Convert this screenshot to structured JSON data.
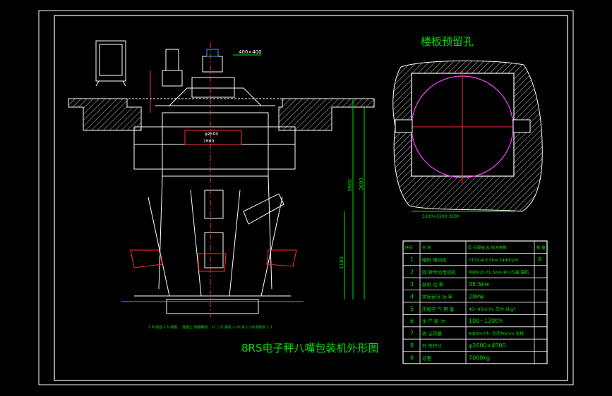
{
  "title_block": {
    "drawing_title": "8RS电子秤八嘴包装机外形图"
  },
  "section_view": {
    "title": "楼板预留孔",
    "bottom_dimension": "3200×3200 3200"
  },
  "elevation_view": {
    "dim_top": "400×400",
    "dim_inner_1": "φ2500",
    "dim_inner_2": "1600",
    "dim_height_total": "3660",
    "dim_height_2": "3690",
    "dim_height_lower": "1180",
    "bottom_note": "1.B 地基 1-5 地脚，  混凝土 地脚螺栓、1t 二次 灌浆 1-ch 用 1:2水泥砂浆 1.1"
  },
  "spec_table": {
    "headers": [
      "序号",
      "名 称",
      "型 号规格 及 技术参数",
      "数 量"
    ],
    "rows": [
      {
        "no": "1",
        "name": "喂料 电动机",
        "spec": "Y132-4-5.5kw 1440rpm",
        "qty": "8"
      },
      {
        "no": "2",
        "name": "回 转传动电动机",
        "spec": "MBW15-Y1.5kw-4P-C5减 速机",
        "qty": ""
      },
      {
        "no": "3",
        "name": "装机 功 率",
        "spec": "45.5kw",
        "qty": ""
      },
      {
        "no": "4",
        "name": "实际运行 功 率",
        "spec": "20kw",
        "qty": ""
      },
      {
        "no": "5",
        "name": "压缩空 气 用 量",
        "spec": "40~45m³/h, 压力 6kgf",
        "qty": ""
      },
      {
        "no": "6",
        "name": "生 产 能 力",
        "spec": "100~120t/h",
        "qty": ""
      },
      {
        "no": "7",
        "name": "收 尘风量",
        "spec": "8400m³/h, 负压80mm 水柱",
        "qty": ""
      },
      {
        "no": "8",
        "name": "外 形尺寸",
        "spec": "φ2600×4500",
        "qty": ""
      },
      {
        "no": "9",
        "name": "总重",
        "spec": "7000kg",
        "qty": ""
      }
    ]
  }
}
